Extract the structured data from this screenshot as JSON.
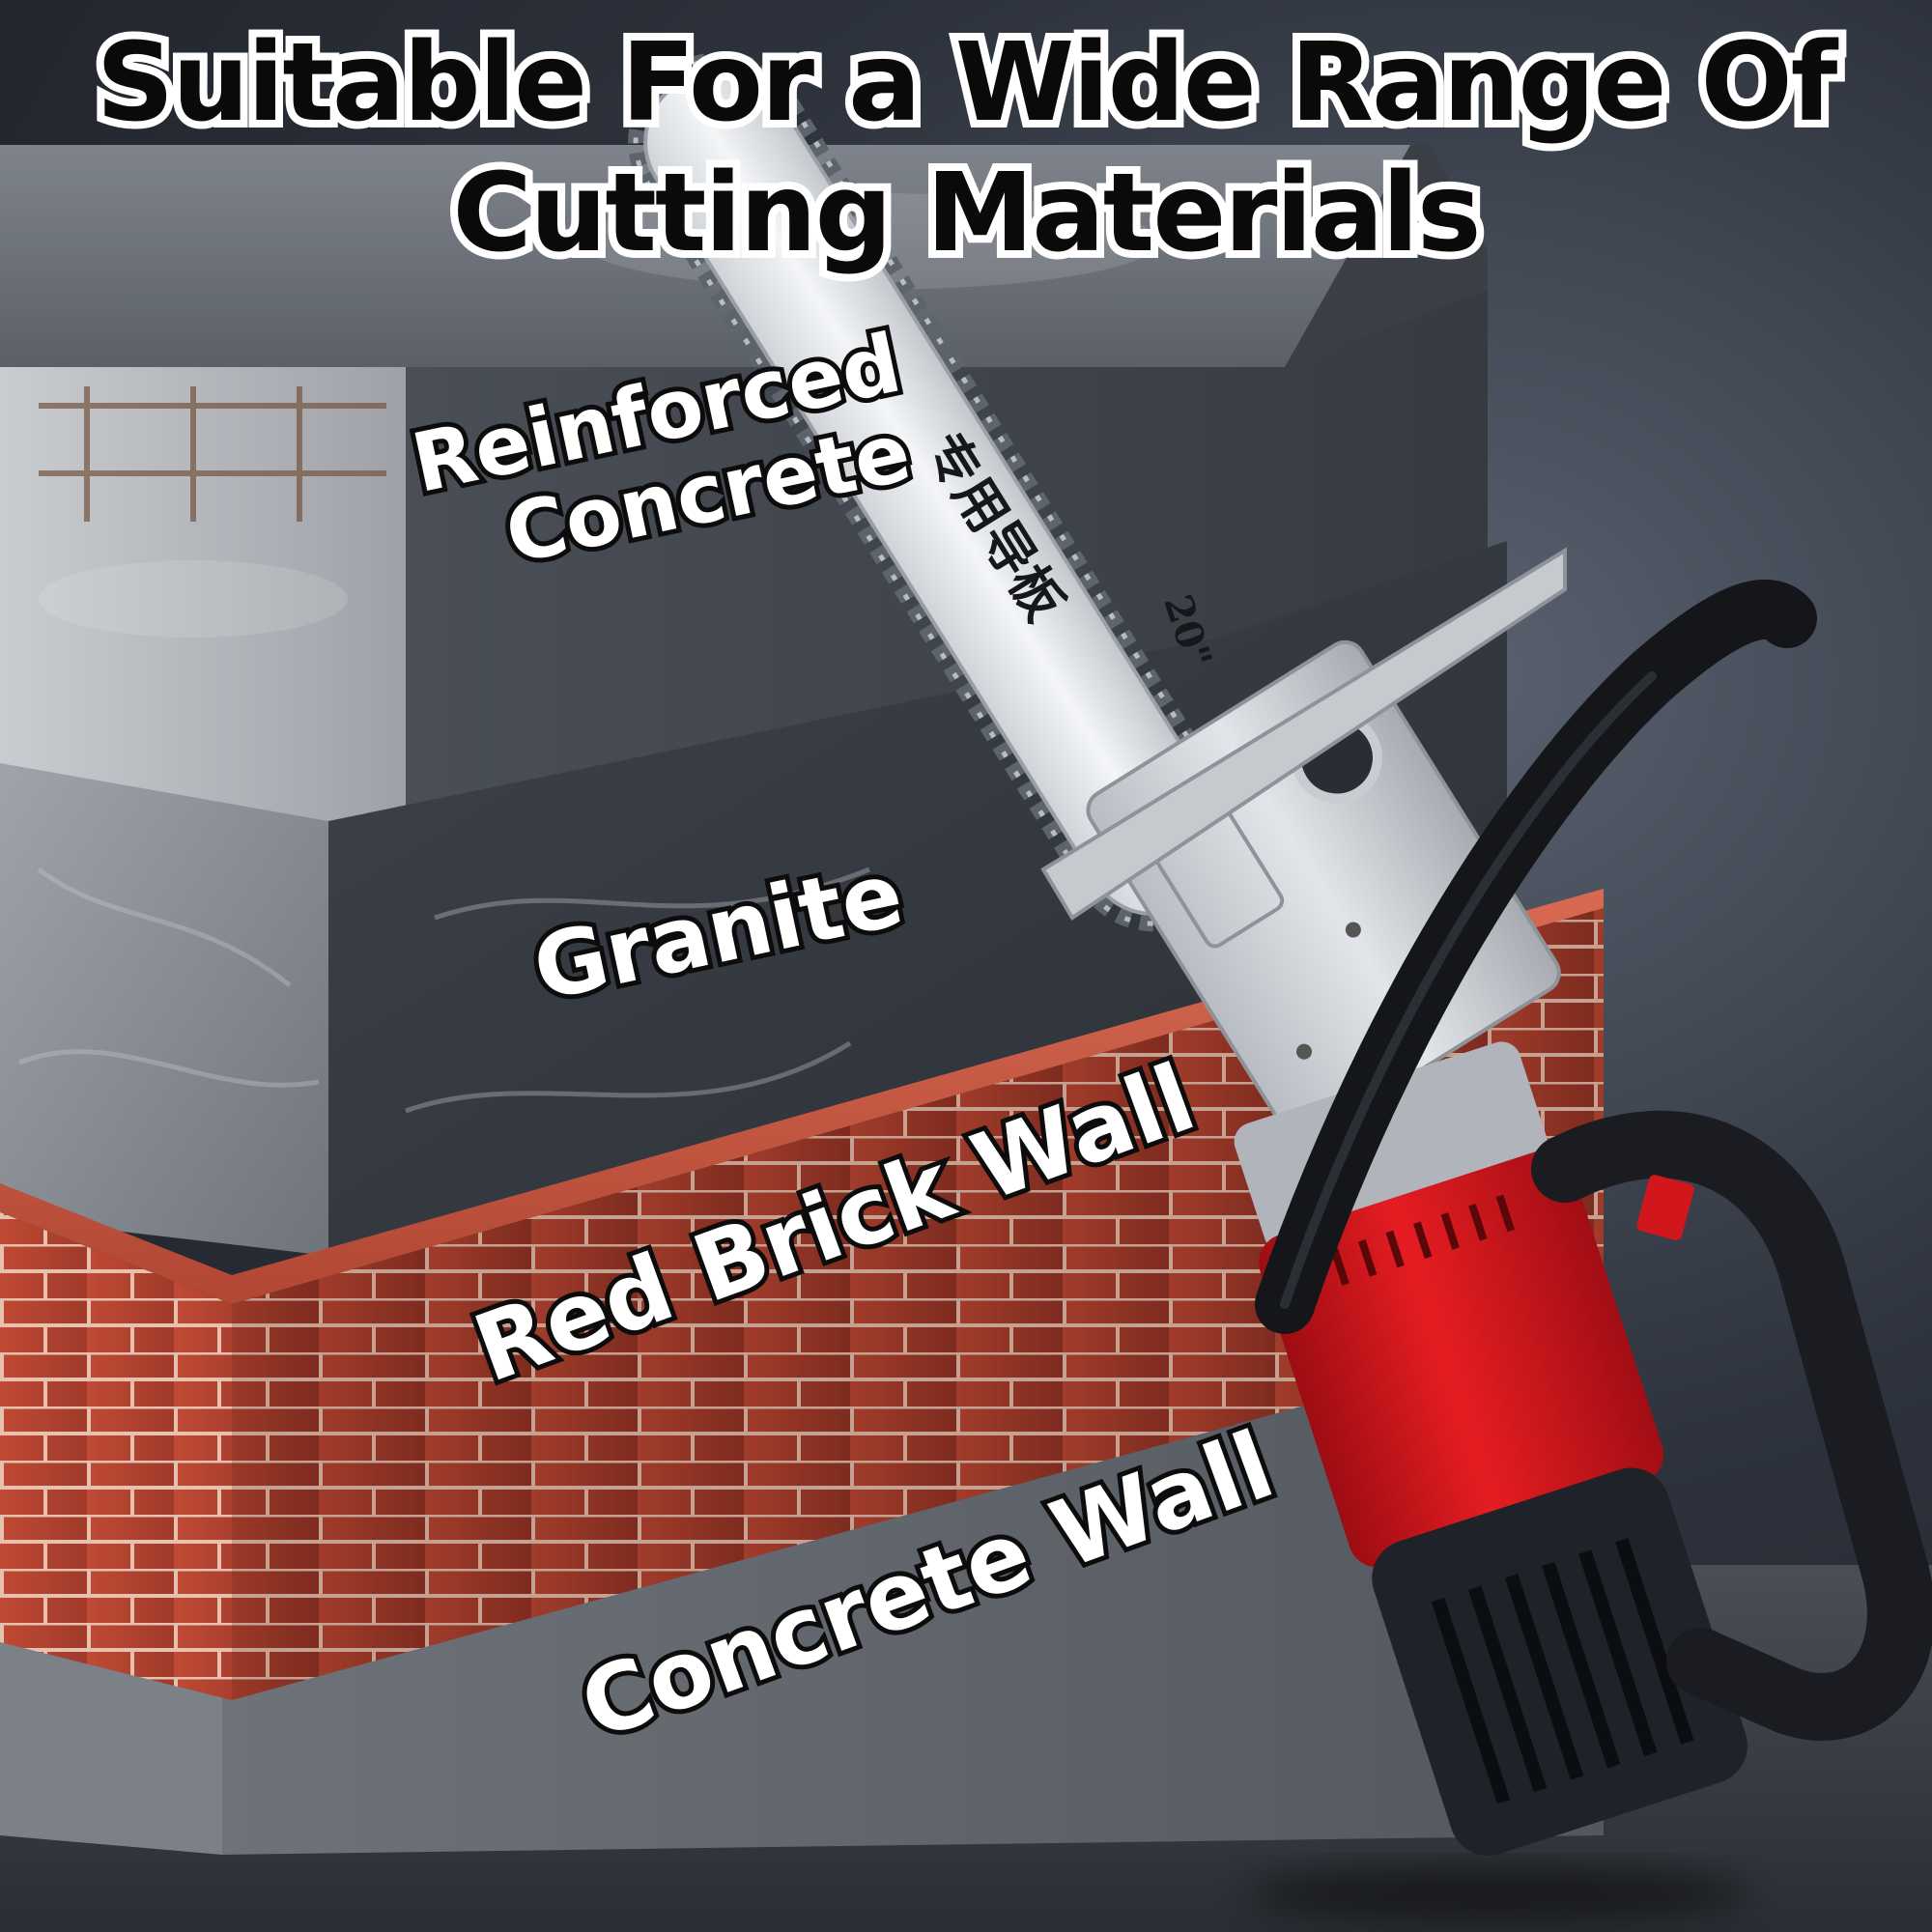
{
  "title": {
    "line1": "Suitable For a Wide Range Of",
    "line2": "Cutting Materials"
  },
  "materials": {
    "reinforced_line1": "Reinforced",
    "reinforced_line2": "Concrete",
    "granite": "Granite",
    "red_brick": "Red Brick Wall",
    "concrete_wall": "Concrete Wall"
  },
  "saw": {
    "bar_text": "专用导板",
    "bar_size": "20\""
  },
  "colors": {
    "brick": "#a83a2a",
    "saw_body": "#d8141a",
    "bar": "#e9ecef",
    "handle": "#15171c"
  }
}
